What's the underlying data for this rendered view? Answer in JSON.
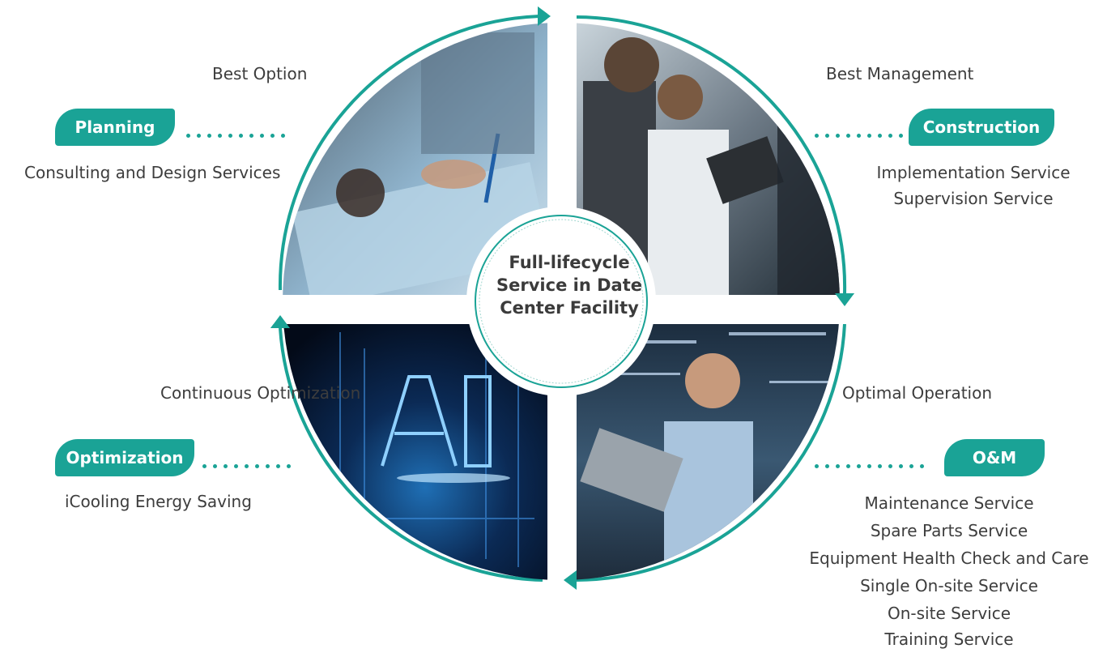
{
  "colors": {
    "accent": "#1aa396",
    "text": "#3d3d3d"
  },
  "center": {
    "title": "Full-lifecycle Service in Date Center Facility"
  },
  "stages": {
    "planning": {
      "tag": "Planning",
      "goal": "Best Option",
      "services": [
        "Consulting and Design Services"
      ]
    },
    "construction": {
      "tag": "Construction",
      "goal": "Best Management",
      "services": [
        "Implementation Service",
        "Supervision Service"
      ]
    },
    "optimization": {
      "tag": "Optimization",
      "goal": "Continuous Optimization",
      "services": [
        "iCooling Energy Saving"
      ]
    },
    "om": {
      "tag": "O&M",
      "goal": "Optimal Operation",
      "services": [
        "Maintenance Service",
        "Spare Parts Service",
        "Equipment Health Check and Care",
        "Single On-site Service",
        "On-site Service",
        "Training Service"
      ]
    }
  },
  "images": {
    "top_left": "planning-photo",
    "top_right": "construction-photo",
    "bottom_left": "ai-photo",
    "bottom_right": "operation-photo"
  }
}
